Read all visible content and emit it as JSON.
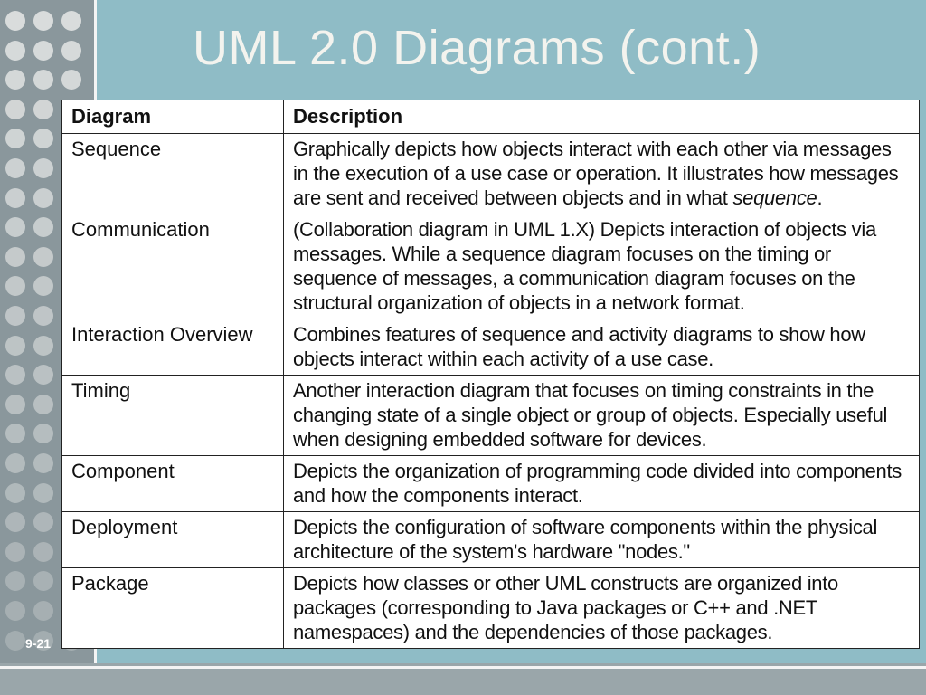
{
  "slide": {
    "title": "UML 2.0 Diagrams (cont.)",
    "number": "9-21"
  },
  "table": {
    "headers": [
      "Diagram",
      "Description"
    ],
    "rows": [
      {
        "diagram": "Sequence",
        "description": "Graphically depicts how objects interact with each other via messages in the execution of a use case or operation. It illustrates how messages are sent and received between objects and in what",
        "description_emphasis": "sequence",
        "description_tail": "."
      },
      {
        "diagram": "Communication",
        "description": "(Collaboration diagram in UML 1.X) Depicts interaction of objects via messages. While a sequence diagram focuses on the timing or sequence of messages, a communication diagram focuses on the structural organization of objects in a network format."
      },
      {
        "diagram": "Interaction Overview",
        "description": "Combines features of sequence and activity diagrams to show how objects interact within each activity of a use case."
      },
      {
        "diagram": "Timing",
        "description": "Another interaction diagram that focuses on timing constraints in the changing state of a single object or group of objects. Especially useful when designing embedded software for devices."
      },
      {
        "diagram": "Component",
        "description": "Depicts the organization of programming code divided into components and how the components interact."
      },
      {
        "diagram": "Deployment",
        "description": "Depicts the configuration of software components within the physical architecture of the system's hardware \"nodes.\""
      },
      {
        "diagram": "Package",
        "description": "Depicts how classes or other UML constructs are organized into packages (corresponding to Java packages or C++ and .NET namespaces) and the dependencies of those packages."
      }
    ]
  }
}
